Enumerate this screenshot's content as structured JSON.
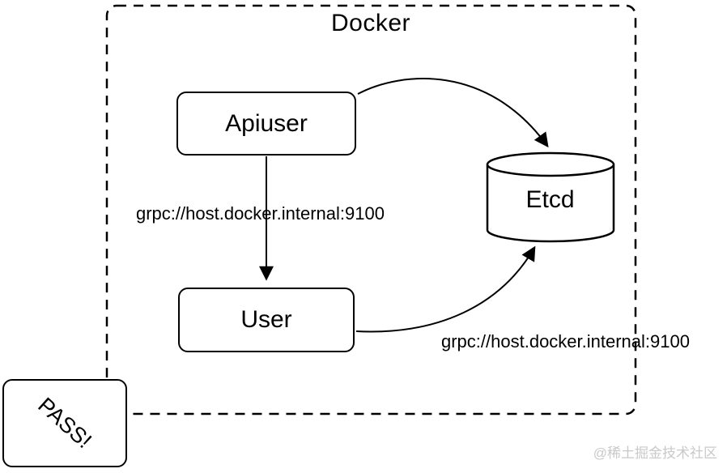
{
  "diagram": {
    "title": "Docker",
    "nodes": {
      "apiuser": {
        "label": "Apiuser"
      },
      "user": {
        "label": "User"
      },
      "etcd": {
        "label": "Etcd"
      },
      "pass": {
        "label": "PASS!"
      }
    },
    "edges": {
      "apiuser_to_etcd": {
        "label": ""
      },
      "apiuser_to_user": {
        "label": "grpc://host.docker.internal:9100"
      },
      "user_to_etcd": {
        "label": "grpc://host.docker.internal:9100"
      }
    },
    "watermark": "@稀土掘金技术社区",
    "colors": {
      "stroke": "#000000",
      "background": "#ffffff",
      "watermark": "#c9c9c9"
    }
  }
}
